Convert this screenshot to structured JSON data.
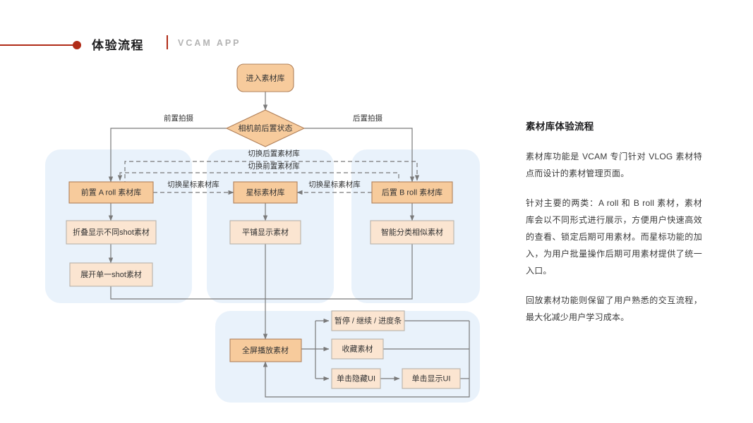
{
  "header": {
    "title": "体验流程",
    "subtitle": "VCAM APP",
    "accent_color": "#b02b17"
  },
  "flow": {
    "colors": {
      "panel_bg": "#e9f2fb",
      "node_primary_fill": "#f7cb9c",
      "node_primary_border": "#b0805a",
      "node_secondary_fill": "#fbe5d1",
      "node_secondary_border": "#b9b2a9",
      "connector": "#7a7a7a"
    },
    "nodes": {
      "start": "进入素材库",
      "decision": "相机前后置状态",
      "a_roll": "前置 A roll 素材库",
      "star": "星标素材库",
      "b_roll": "后置 B roll 素材库",
      "fold_shot": "折叠显示不同shot素材",
      "tile_show": "平铺显示素材",
      "smart_group": "智能分类相似素材",
      "expand_shot": "展开单一shot素材",
      "fullscreen": "全屏播放素材",
      "playback_bar": "暂停 / 继续 / 进度条",
      "favorite": "收藏素材",
      "hide_ui": "单击隐藏UI",
      "show_ui": "单击显示UI"
    },
    "edges": {
      "front_capture": "前置拍摄",
      "rear_capture": "后置拍摄",
      "switch_rear_lib": "切换后置素材库",
      "switch_front_lib": "切换前置素材库",
      "switch_star_lib_left": "切换星标素材库",
      "switch_star_lib_right": "切换星标素材库"
    }
  },
  "side": {
    "title": "素材库体验流程",
    "paragraphs": [
      "素材库功能是 VCAM 专门针对 VLOG 素材特点而设计的素材管理页面。",
      "针对主要的两类：A roll 和 B roll 素材，素材库会以不同形式进行展示，方便用户快速高效的查看、锁定后期可用素材。而星标功能的加入，为用户批量操作后期可用素材提供了统一入口。",
      "回放素材功能则保留了用户熟悉的交互流程，最大化减少用户学习成本。"
    ]
  }
}
